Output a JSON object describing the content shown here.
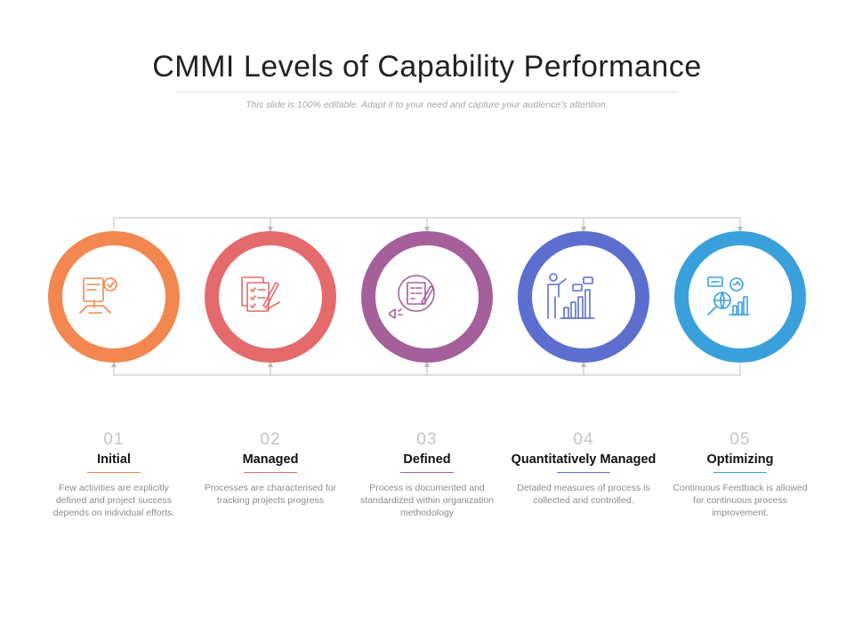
{
  "title": "CMMI Levels of Capability Performance",
  "subtitle": "This slide is 100% editable. Adapt it to your need and capture your audience’s attention.",
  "levels": [
    {
      "number": "01",
      "name": "Initial",
      "description": "Few activities are explicitly defined and project success depends on individual efforts.",
      "color": "#f2874f",
      "icon": "project-tools-icon"
    },
    {
      "number": "02",
      "name": "Managed",
      "description": "Processes are characterised for tracking projects progress",
      "color": "#e46a6c",
      "icon": "checklist-signing-icon"
    },
    {
      "number": "03",
      "name": "Defined",
      "description": "Process is documented and standardized within organization methodology",
      "color": "#a55f9b",
      "icon": "document-announcement-icon"
    },
    {
      "number": "04",
      "name": "Quantitatively Managed",
      "description": "Detailed measures of process is collected and controlled.",
      "color": "#5c6fcf",
      "icon": "presenter-chart-icon"
    },
    {
      "number": "05",
      "name": "Optimizing",
      "description": "Continuous Feedback is allowed for continuous process improvement.",
      "color": "#3aa0dc",
      "icon": "analytics-search-icon"
    }
  ]
}
